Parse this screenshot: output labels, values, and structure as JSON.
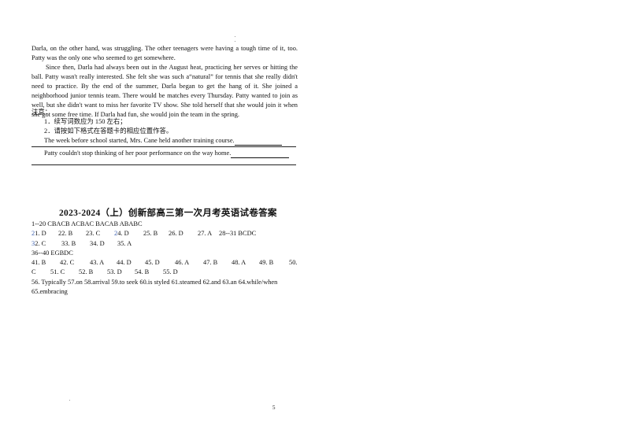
{
  "story": {
    "para1": "Darla, on the other hand, was struggling. The other teenagers were having a tough time of it, too. Patty was the only one who seemed to get somewhere.",
    "para2": "Since then, Darla had always been out in the August heat, practicing her serves or hitting the ball. Patty wasn't really interested. She felt she was such a“natural” for tennis that she really didn't need to practice. By the end of the summer, Darla began to get the hang of it. She joined a neighborhood junior tennis team. There would be matches every Thursday. Patty wanted to join as well, but she didn't want to miss her favorite TV show. She told herself that she would join it when she got some free time. If Darla had fun, she would join the team in the spring."
  },
  "notes": {
    "label": "注意：",
    "item1": "1．续写词数应为 150 左右；",
    "item2": "2．请按如下格式在答题卡的相应位置作答。",
    "prompt1": "The week before school started,    Mrs. Cane held another training course.",
    "prompt2": "Patty couldn't stop thinking of her poor performance on the way home."
  },
  "answers": {
    "title": "2023-2024（上）创新部高三第一次月考英语试卷答案",
    "r1": "1--20    CBACB ACBAC BACAB ABABC",
    "r2": [
      {
        "n1": "2",
        "n2": "1. D"
      },
      {
        "t": "22. B"
      },
      {
        "t": "23. C"
      },
      {
        "n1": "2",
        "n2": "4. D"
      },
      {
        "t": "25. B"
      },
      {
        "t": "26. D"
      },
      {
        "t": "27. A"
      },
      {
        "t": "28--31  BCDC"
      }
    ],
    "r3": [
      {
        "n1": "3",
        "n2": "2. C"
      },
      {
        "t": "33. B"
      },
      {
        "t": "34. D"
      },
      {
        "t": "35. A"
      }
    ],
    "r4": "36--40    EGBDC",
    "r5": [
      "41. B",
      "42. C",
      "43. A",
      "44. D",
      "45. D",
      "46. A",
      "47. B",
      "48. A",
      "49. B",
      "50."
    ],
    "r6": [
      "C",
      "51. C",
      "52. B",
      "53. D",
      "54. B",
      "55. D"
    ],
    "r7": "56.  Typically 57.on 58.arrival 59.to seek 60.is styled 61.steamed 62.and 63.an 64.while/when",
    "r8": "65.embracing"
  },
  "page_number": "5",
  "colors": {
    "text": "#111111",
    "highlight": "#3b5fb0"
  }
}
